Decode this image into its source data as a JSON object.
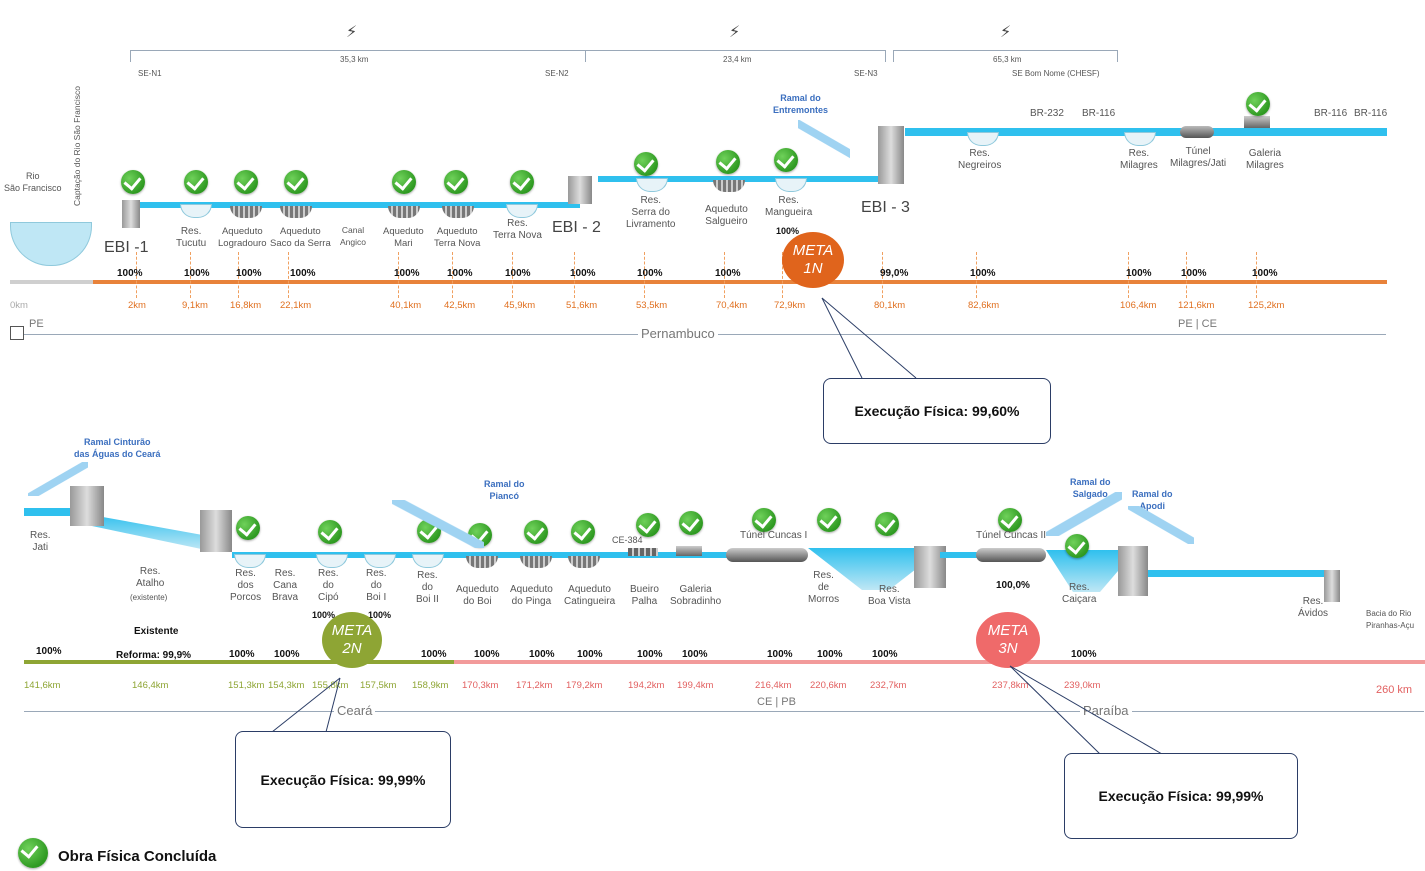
{
  "top": {
    "segments": [
      {
        "label": "35,3 km"
      },
      {
        "label": "23,4 km"
      },
      {
        "label": "65,3 km"
      }
    ],
    "substations": [
      "SE-N1",
      "SE-N2",
      "SE-N3",
      "SE Bom Nome (CHESF)"
    ],
    "labels": {
      "rio": "Rio\nSão Francisco",
      "captacao": "Captação do Rio São Francisco",
      "ebi1": "EBI -1",
      "ebi2": "EBI - 2",
      "ebi3": "EBI - 3",
      "tucutu": "Res.\nTucutu",
      "logradouro": "Aqueduto\nLogradouro",
      "saco": "Aqueduto\nSaco da Serra",
      "angico": "Canal\nAngico",
      "mari": "Aqueduto\nMari",
      "terranova_aq": "Aqueduto\nTerra Nova",
      "terranova_res": "Res.\nTerra Nova",
      "livramento": "Res.\nSerra do\nLivramento",
      "salgueiro": "Aqueduto\nSalgueiro",
      "mangueira": "Res.\nMangueira",
      "mangueira_pct": "100%",
      "entremontes": "Ramal do\nEntremontes",
      "negreiros": "Res.\nNegreiros",
      "br232": "BR-232",
      "br116a": "BR-116",
      "milagres": "Res.\nMilagres",
      "tunel_milagres": "Túnel\nMilagres/Jati",
      "galeria_milagres": "Galeria\nMilagres",
      "br116b": "BR-116",
      "br116c": "BR-116"
    },
    "percents": [
      "100%",
      "100%",
      "100%",
      "100%",
      "100%",
      "100%",
      "100%",
      "100%",
      "100%",
      "100%",
      "99,0%",
      "100%",
      "100%",
      "100%",
      "100%"
    ],
    "kms": [
      "0km",
      "2km",
      "9,1km",
      "16,8km",
      "22,1km",
      "40,1km",
      "42,5km",
      "45,9km",
      "51,6km",
      "53,5km",
      "70,4km",
      "72,9km",
      "80,1km",
      "82,6km",
      "106,4km",
      "121,6km",
      "125,2km"
    ],
    "meta": {
      "line1": "META",
      "line2": "1N"
    },
    "state_left": "PE",
    "state_mid": "Pernambuco",
    "state_right": "PE | CE",
    "callout": "Execução Física: 99,60%"
  },
  "bottom": {
    "labels": {
      "cinturao": "Ramal Cinturão\ndas Águas do Ceará",
      "jati": "Res.\nJati",
      "atalho": "Res.\nAtalho",
      "atalho_sub": "(existente)",
      "porcos": "Res.\ndos\nPorcos",
      "canabrava": "Res.\nCana\nBrava",
      "cipo": "Res.\ndo\nCipó",
      "boi1": "Res.\ndo\nBoi I",
      "boi2": "Res.\ndo\nBoi II",
      "piancoRamal": "Ramal do\nPiancó",
      "aq_boi": "Aqueduto\ndo Boi",
      "aq_pinga": "Aqueduto\ndo Pinga",
      "aq_catingueira": "Aqueduto\nCatingueira",
      "ce384": "CE-384",
      "bueiro": "Bueiro\nPalha",
      "sobradinho": "Galeria\nSobradinho",
      "cuncas1": "Túnel Cuncas I",
      "morros": "Res.\nde\nMorros",
      "boavista": "Res.\nBoa Vista",
      "cuncas2": "Túnel Cuncas II",
      "cuncas2_pct": "100,0%",
      "salgado": "Ramal do\nSalgado",
      "apodi": "Ramal do\nApodi",
      "caicara": "Res.\nCaiçara",
      "avidos": "Res.\nÁvidos",
      "piranhas": "Bacia do Rio\nPiranhas-Açu",
      "existente": "Existente",
      "reforma": "Reforma: 99,9%",
      "cipo_pct": "100%",
      "boi1_pct": "100%"
    },
    "percents": [
      "100%",
      "100%",
      "100%",
      "100%",
      "100%",
      "100%",
      "100%",
      "100%",
      "100%",
      "100%",
      "100%",
      "100%",
      "100%",
      "100%"
    ],
    "kms_green": [
      "141,6km",
      "146,4km",
      "151,3km",
      "154,3km",
      "155,8km",
      "157,5km",
      "158,9km"
    ],
    "kms_red": [
      "170,3km",
      "171,2km",
      "179,2km",
      "194,2km",
      "199,4km",
      "216,4km",
      "220,6km",
      "232,7km",
      "237,8km",
      "239,0km"
    ],
    "km_end": "260 km",
    "meta2": {
      "line1": "META",
      "line2": "2N"
    },
    "meta3": {
      "line1": "META",
      "line2": "3N"
    },
    "state_ceara": "Ceará",
    "state_border": "CE | PB",
    "state_paraiba": "Paraíba",
    "callout2": "Execução Física: 99,99%",
    "callout3": "Execução Física: 99,99%"
  },
  "legend": {
    "label": "Obra Física Concluída"
  },
  "colors": {
    "canal": "#2fc0ee",
    "orange": "#e8823a",
    "green": "#8ea534",
    "red": "#f08a8a",
    "check": "#3aa82a"
  }
}
